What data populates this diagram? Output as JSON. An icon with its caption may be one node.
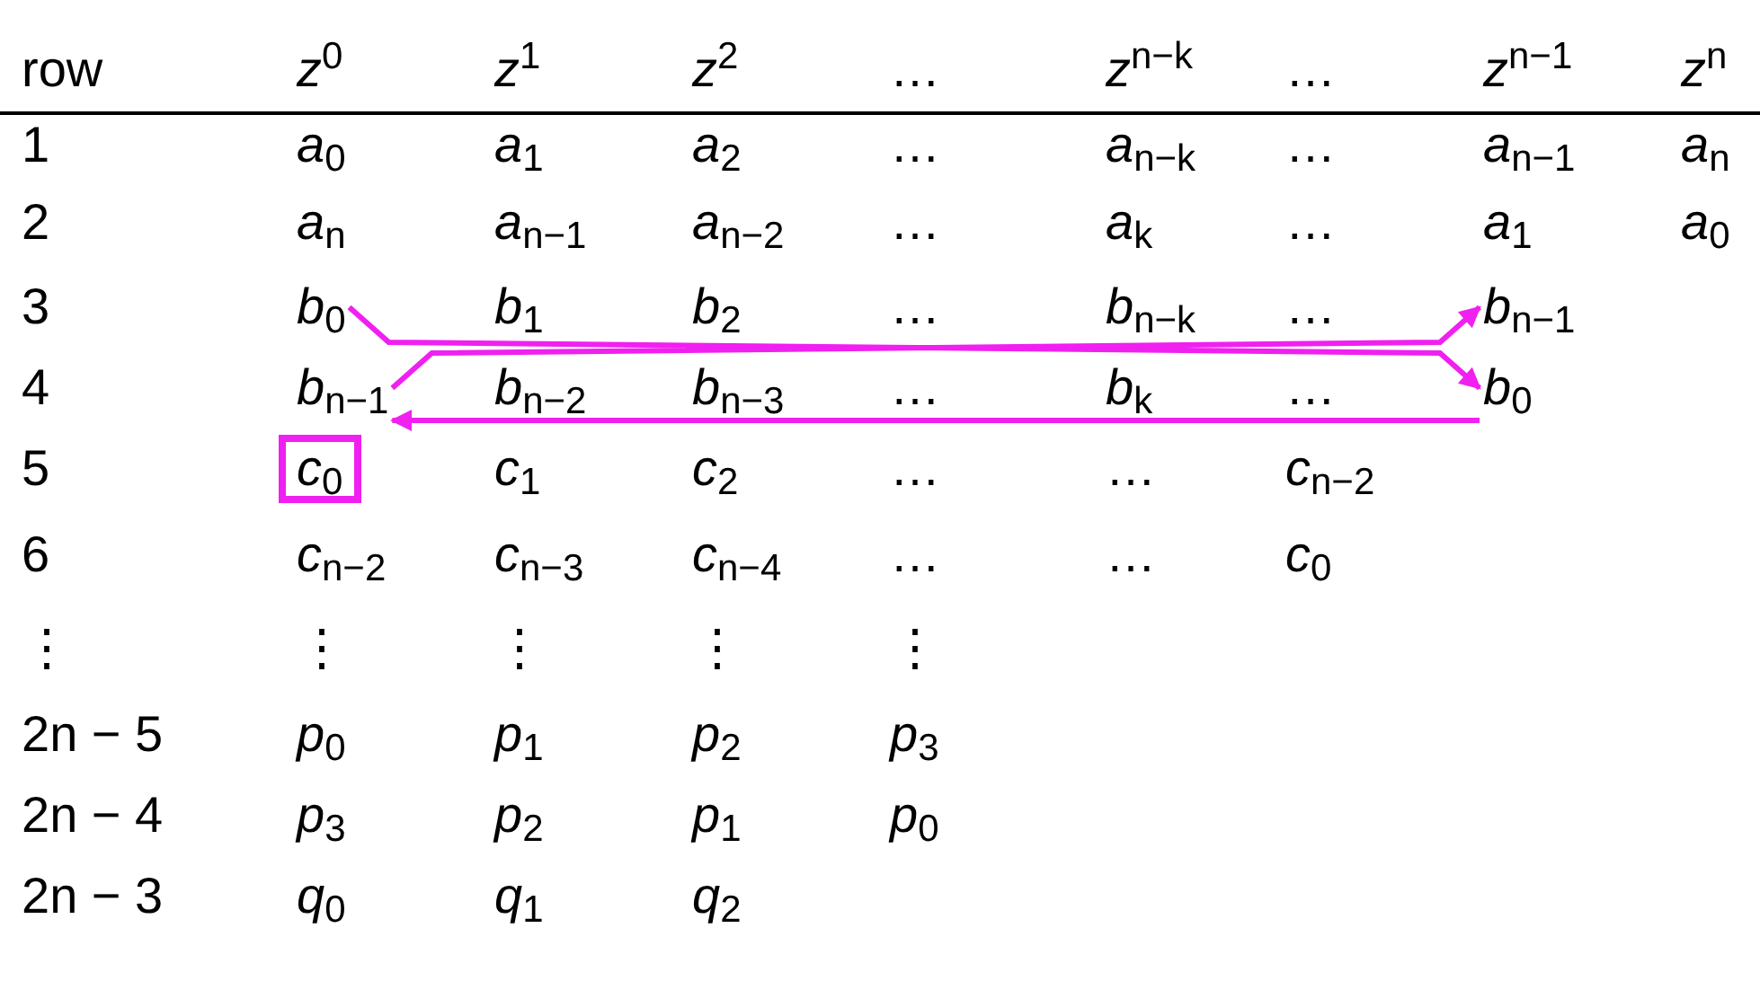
{
  "diagram": {
    "nodes": [
      {
        "text": [
          "*b*$_{0}$"
        ]
      },
      {
        "text": [
          "*b*$_{n−1}$"
        ]
      },
      {
        "text": [
          "*b*$_{n−1}$"
        ]
      },
      {
        "text": [
          "*b*$_{0}$"
        ]
      },
      {
        "text": [
          "*c*$_{0}$"
        ]
      }
    ],
    "edges": [
      {
        "from": 0,
        "to": 3,
        "arrow": "to",
        "color": "#f020f0"
      },
      {
        "from": 2,
        "to": 1,
        "arrow": "to",
        "color": "#f020f0"
      },
      {
        "from": 3,
        "to": 2,
        "arrow": "to",
        "color": "#f020f0"
      }
    ],
    "labels": [
      "row",
      "*z*$^{0}$",
      "*z*$^{1}$",
      "*z*$^{2}$",
      "…",
      "*z*$^{n−k}$",
      "…",
      "*z*$^{n−1}$",
      "*z*$^{n}$",
      "1",
      "*a*$_{0}$",
      "*a*$_{1}$",
      "*a*$_{2}$",
      "…",
      "*a*$_{n−k}$",
      "…",
      "*a*$_{n−1}$",
      "*a*$_{n}$",
      "2",
      "*a*$_{n}$",
      "*a*$_{n−1}$",
      "*a*$_{n−2}$",
      "…",
      "*a*$_{k}$",
      "…",
      "*a*$_{1}$",
      "*a*$_{0}$",
      "3",
      "*b*$_{1}$",
      "*b*$_{2}$",
      "…",
      "*b*$_{n−k}$",
      "…",
      "4",
      "*b*$_{n−2}$",
      "*b*$_{n−3}$",
      "…",
      "*b*$_{k}$",
      "…",
      "5",
      "*c*$_{1}$",
      "*c*$_{2}$",
      "…",
      "…",
      "*c*$_{n−2}$",
      "6",
      "*c*$_{n−2}$",
      "*c*$_{n−3}$",
      "*c*$_{n−4}$",
      "…",
      "…",
      "*c*$_{0}$",
      "⋮",
      "⋮",
      "⋮",
      "⋮",
      "⋮",
      "2n − 5",
      "*p*$_{0}$",
      "*p*$_{1}$",
      "*p*$_{2}$",
      "*p*$_{3}$",
      "2n − 4",
      "*p*$_{3}$",
      "*p*$_{2}$",
      "*p*$_{1}$",
      "*p*$_{0}$",
      "2n − 3",
      "*q*$_{0}$",
      "*q*$_{1}$",
      "*q*$_{2}$"
    ]
  }
}
